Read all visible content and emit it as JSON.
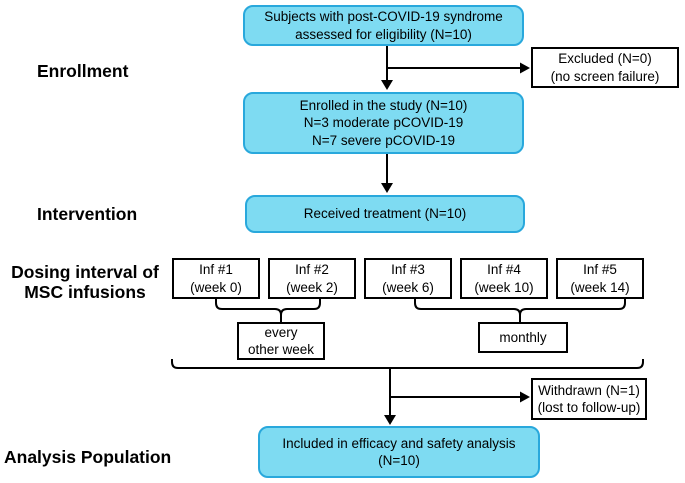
{
  "colors": {
    "highlight_fill": "#7EDBF2",
    "highlight_border": "#29A8DC",
    "line_color": "#000000"
  },
  "stage_labels": {
    "enrollment": "Enrollment",
    "intervention": "Intervention",
    "dosing_line1": "Dosing interval of",
    "dosing_line2": "MSC infusions",
    "analysis_population": "Analysis Population"
  },
  "boxes": {
    "eligibility": {
      "line1": "Subjects with post-COVID-19 syndrome",
      "line2": "assessed for eligibility  (N=10)"
    },
    "excluded": {
      "line1": "Excluded (N=0)",
      "line2": "(no screen failure)"
    },
    "enrolled": {
      "line1": "Enrolled in the study (N=10)",
      "line2": "N=3 moderate pCOVID-19",
      "line3": "N=7 severe pCOVID-19"
    },
    "treatment": {
      "line1": "Received treatment (N=10)"
    },
    "infusions": [
      {
        "line1": "Inf #1",
        "line2": "(week 0)"
      },
      {
        "line1": "Inf #2",
        "line2": "(week 2)"
      },
      {
        "line1": "Inf #3",
        "line2": "(week 6)"
      },
      {
        "line1": "Inf #4",
        "line2": "(week 10)"
      },
      {
        "line1": "Inf #5",
        "line2": "(week 14)"
      }
    ],
    "interval_biweekly": {
      "line1": "every",
      "line2": "other week"
    },
    "interval_monthly": {
      "line1": "monthly"
    },
    "withdrawn": {
      "line1": "Withdrawn (N=1)",
      "line2": "(lost to follow-up)"
    },
    "analysis": {
      "line1": "Included in efficacy and safety analysis",
      "line2": "(N=10)"
    }
  }
}
